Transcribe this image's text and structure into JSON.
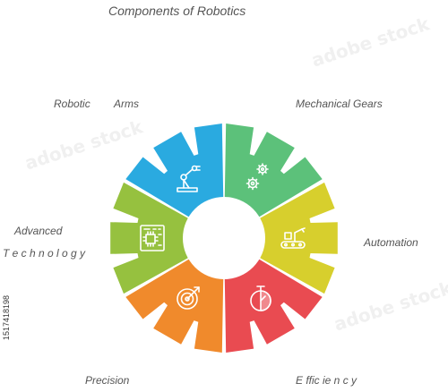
{
  "title": "Components of Robotics",
  "segments": [
    {
      "label_parts": [
        "Robotic",
        "Arms"
      ],
      "color": "#2aaae0",
      "icon": "robotic-arm-icon"
    },
    {
      "label_parts": [
        "Mechanical Gears"
      ],
      "color": "#5cc17a",
      "icon": "gears-icon"
    },
    {
      "label_parts": [
        "Automation"
      ],
      "color": "#d7cf2d",
      "icon": "conveyor-robot-icon"
    },
    {
      "label_parts": [
        "E ffic ie n c y"
      ],
      "color": "#e94b51",
      "icon": "stopwatch-icon"
    },
    {
      "label_parts": [
        "Precision"
      ],
      "color": "#f08a2c",
      "icon": "target-icon"
    },
    {
      "label_parts": [
        "Advanced",
        "T e c h n o l o g y"
      ],
      "color": "#96c13f",
      "icon": "chip-board-icon"
    }
  ],
  "stock_id": "1517418198",
  "watermark": "adobe stock"
}
